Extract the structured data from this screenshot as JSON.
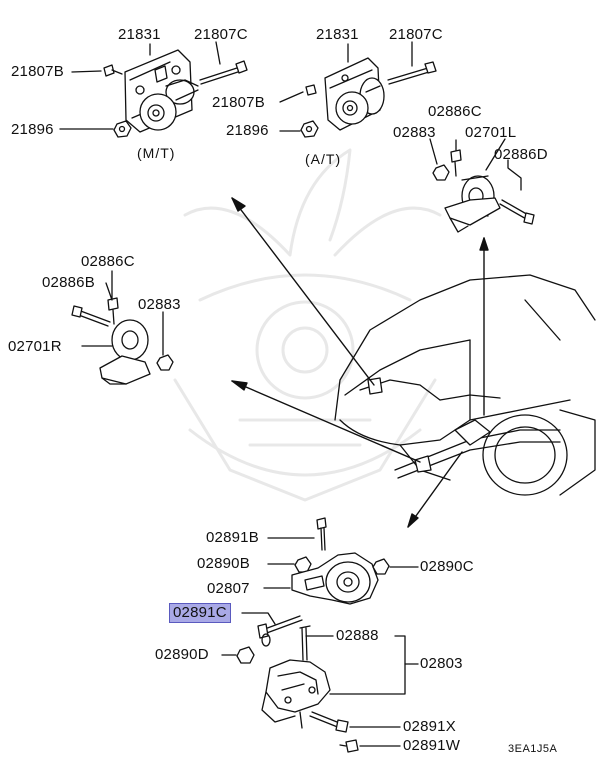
{
  "labels": {
    "p21831_mt": "21831",
    "p21807c_mt": "21807C",
    "p21807b_mt": "21807B",
    "p21896_mt": "21896",
    "mt": "(M/T)",
    "p21831_at": "21831",
    "p21807c_at": "21807C",
    "p21807b_at": "21807B",
    "p21896_at": "21896",
    "at": "(A/T)",
    "p02886c_r": "02886C",
    "p02883_r": "02883",
    "p02701l": "02701L",
    "p02886d": "02886D",
    "p02886c_l": "02886C",
    "p02886b": "02886B",
    "p02883_l": "02883",
    "p02701r": "02701R",
    "p02891b": "02891B",
    "p02890b": "02890B",
    "p02890c": "02890C",
    "p02807": "02807",
    "p02891c": "02891C",
    "p02888": "02888",
    "p02890d": "02890D",
    "p02803": "02803",
    "p02891x": "02891X",
    "p02891w": "02891W",
    "code": "3EA1J5A"
  },
  "highlight_color": "#a9a9e6"
}
